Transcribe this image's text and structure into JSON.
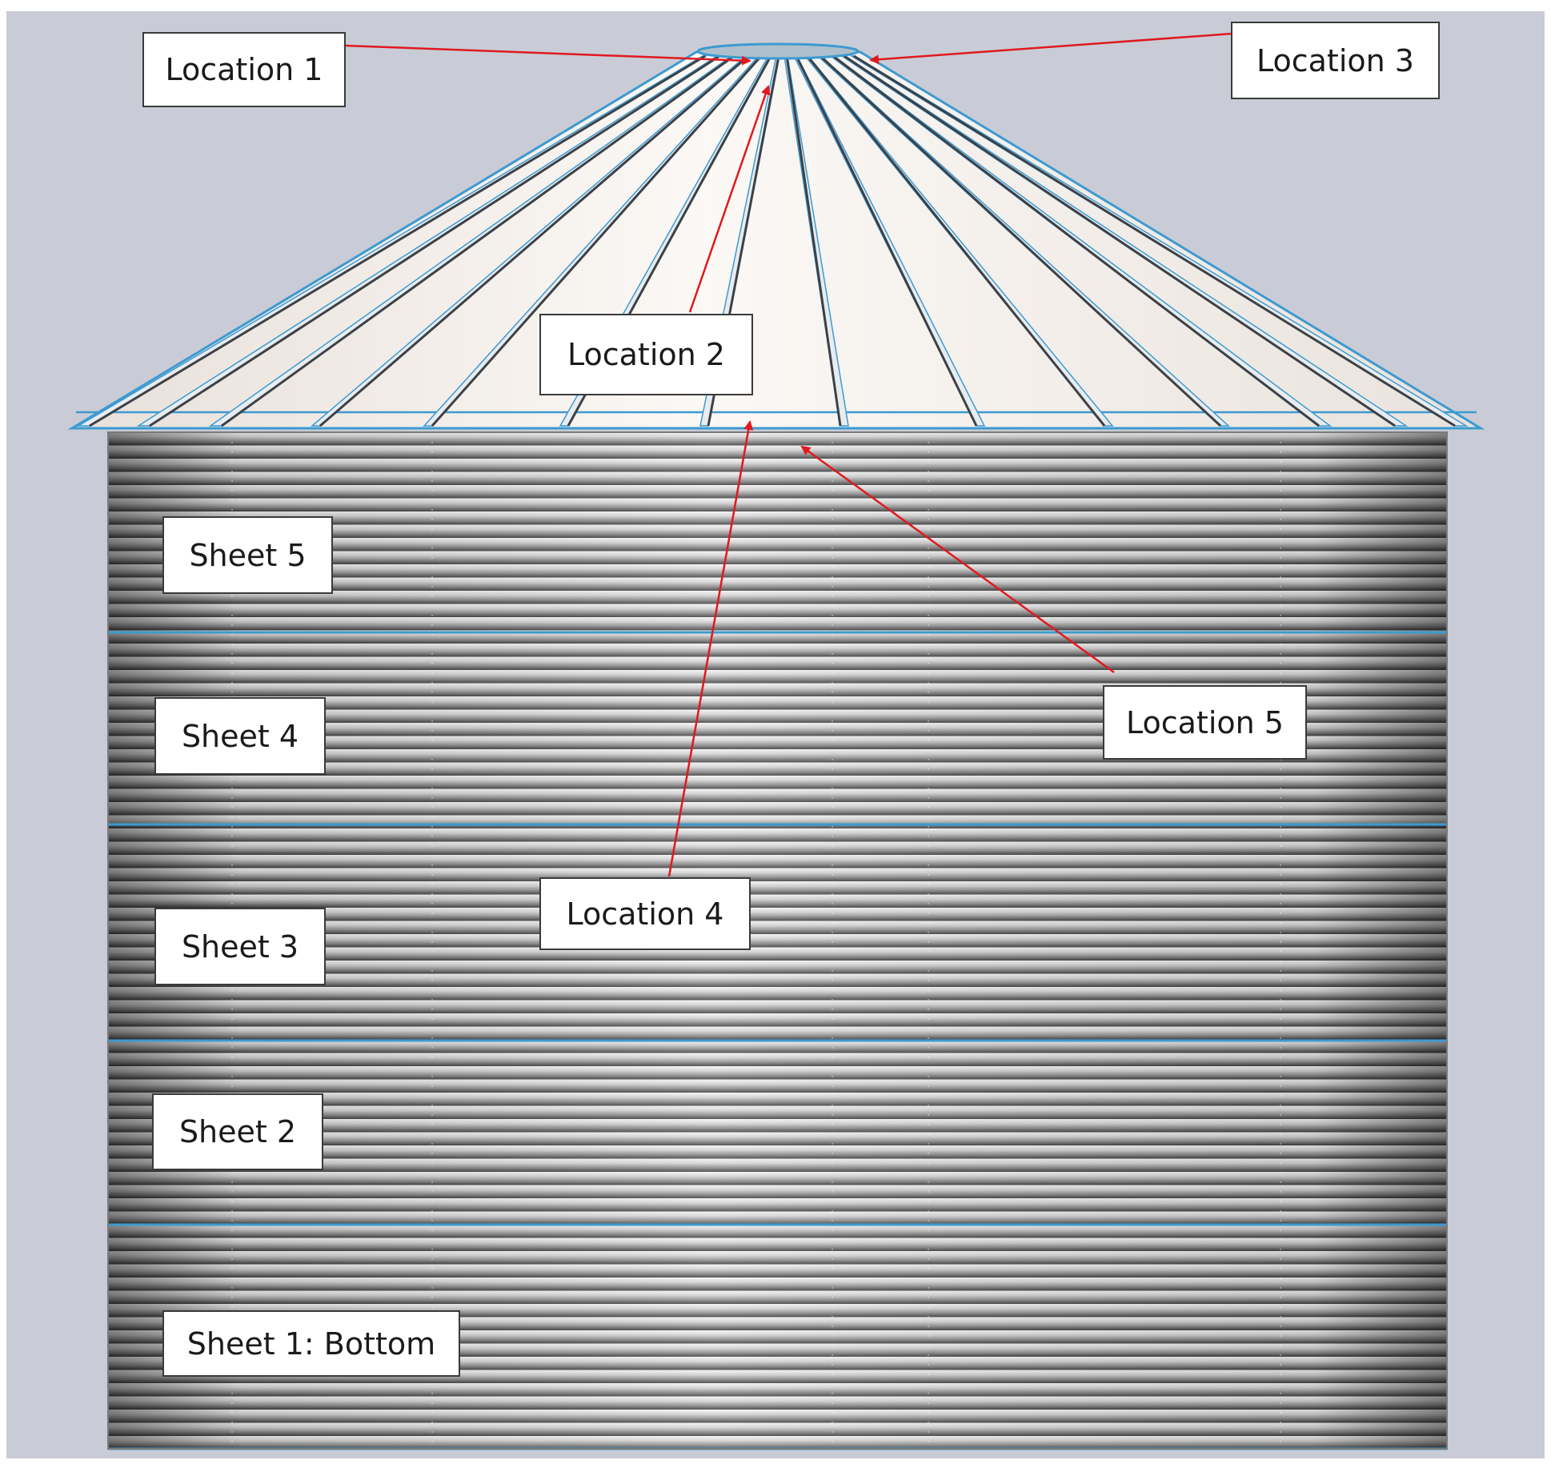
{
  "colors": {
    "background": "#c9ccd6",
    "roof_panel": "#f2ede9",
    "rib_dark": "#3c4147",
    "rib_light": "#e9ecef",
    "seam_blue": "#3d9ad1",
    "wall_light": "#e2e2e2",
    "wall_dark": "#5c5c5c",
    "arrow": "#e0191f",
    "box_border": "#3a3a3a"
  },
  "location_labels": {
    "loc1": "Location 1",
    "loc2": "Location 2",
    "loc3": "Location 3",
    "loc4": "Location 4",
    "loc5": "Location 5"
  },
  "sheet_labels": {
    "sheet5": "Sheet 5",
    "sheet4": "Sheet 4",
    "sheet3": "Sheet 3",
    "sheet2": "Sheet 2",
    "sheet1": "Sheet 1: Bottom"
  }
}
